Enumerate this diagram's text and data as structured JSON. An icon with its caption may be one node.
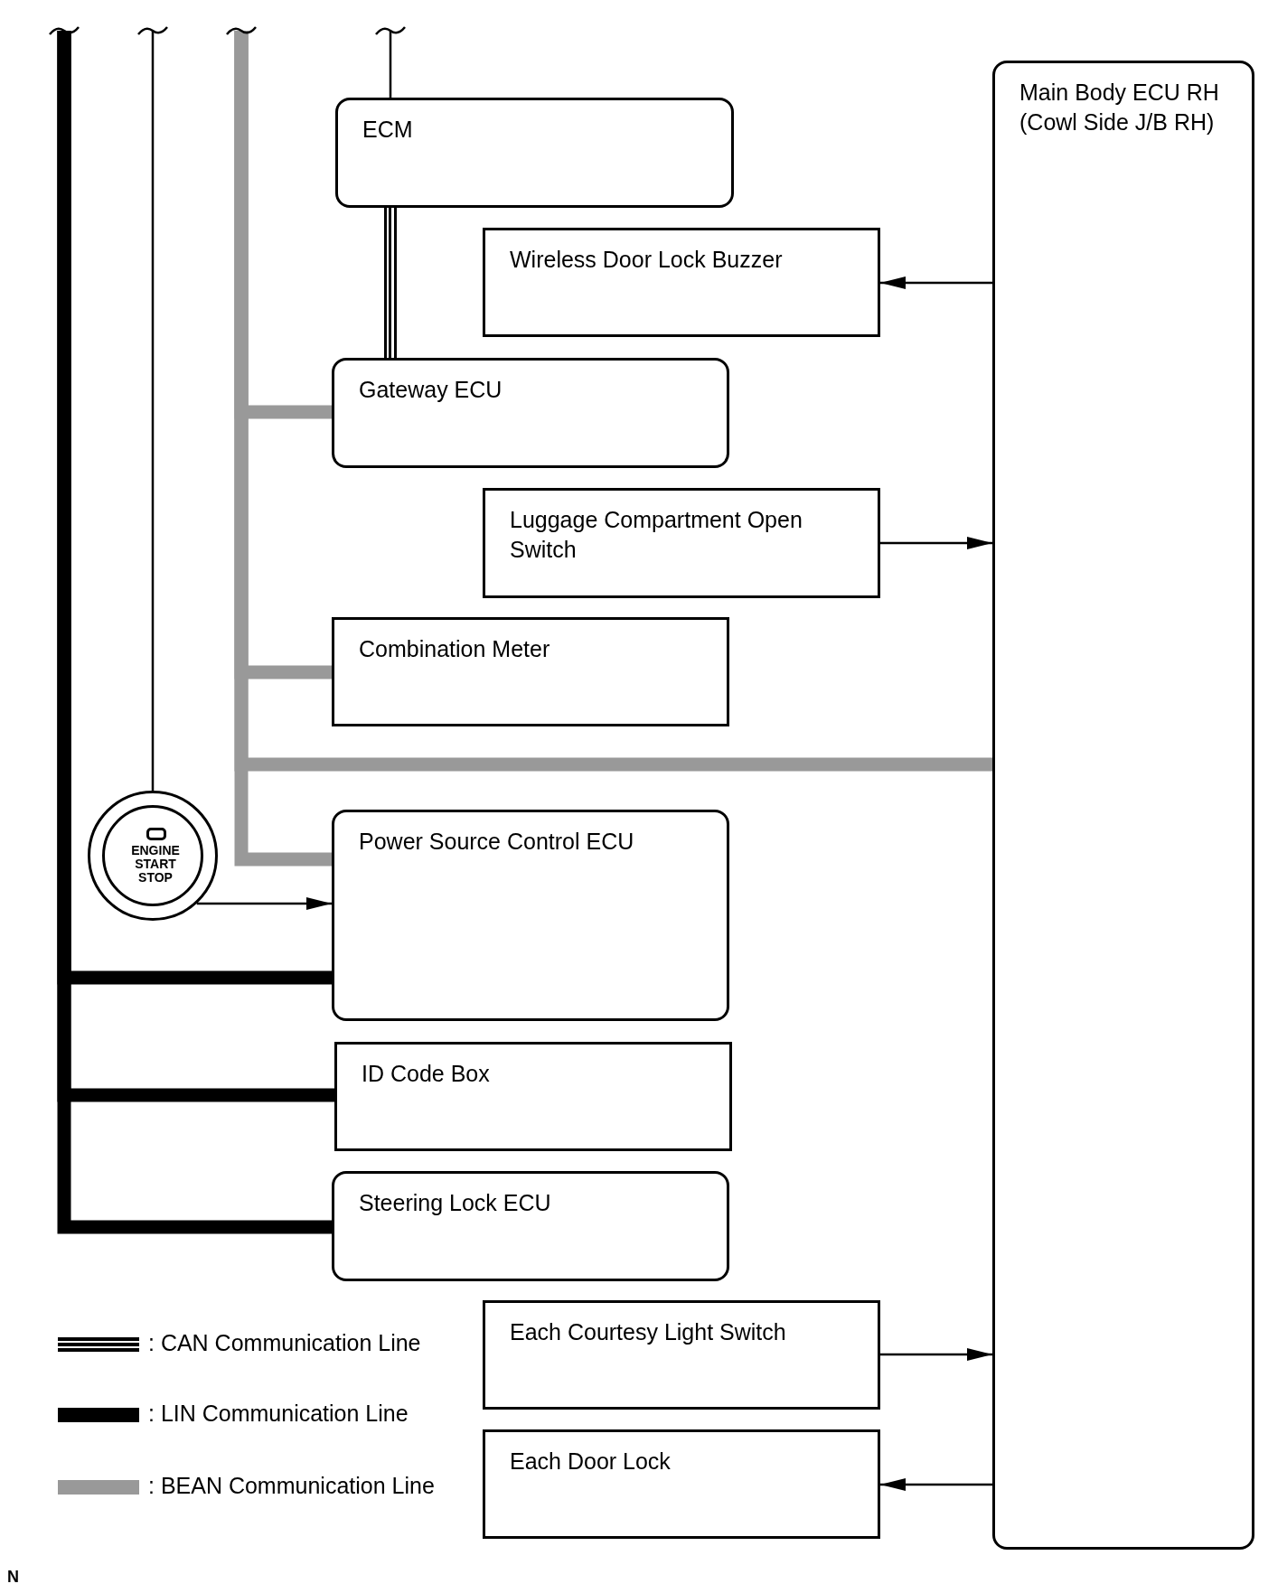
{
  "diagram": {
    "nodes": [
      {
        "text": [
          "ECM"
        ]
      },
      {
        "text": [
          "Main Body ECU RH (Cowl Side J/B RH)"
        ]
      },
      {
        "text": [
          "Wireless Door Lock Buzzer"
        ]
      },
      {
        "text": [
          "Gateway ECU"
        ]
      },
      {
        "text": [
          "Luggage Compartment Open Switch"
        ]
      },
      {
        "text": [
          "Combination Meter"
        ]
      },
      {
        "text": [
          "ENGINE START STOP"
        ]
      },
      {
        "text": [
          "Power Source Control ECU"
        ]
      },
      {
        "text": [
          "ID Code Box"
        ]
      },
      {
        "text": [
          "Steering Lock ECU"
        ]
      },
      {
        "text": [
          "Each Courtesy Light Switch"
        ]
      },
      {
        "text": [
          "Each Door Lock"
        ]
      }
    ],
    "edges": [
      {
        "from": null,
        "to": 0,
        "arrow": "none"
      },
      {
        "from": null,
        "to": 6,
        "arrow": "none"
      },
      {
        "from": 0,
        "to": 3,
        "arrow": "none",
        "style": "thick"
      },
      {
        "from": 1,
        "to": 2,
        "arrow": "to"
      },
      {
        "from": null,
        "to": 3,
        "arrow": "none",
        "style": "thick",
        "color": "#999999"
      },
      {
        "from": 4,
        "to": 1,
        "arrow": "to"
      },
      {
        "from": null,
        "to": 5,
        "arrow": "none",
        "style": "thick",
        "color": "#999999"
      },
      {
        "from": null,
        "to": 1,
        "arrow": "none",
        "style": "thick",
        "color": "#999999"
      },
      {
        "from": null,
        "to": 7,
        "arrow": "none",
        "style": "thick",
        "color": "#999999"
      },
      {
        "from": 6,
        "to": 7,
        "arrow": "to"
      },
      {
        "from": null,
        "to": 7,
        "arrow": "none",
        "style": "thick",
        "color": "#000000"
      },
      {
        "from": null,
        "to": 8,
        "arrow": "none",
        "style": "thick",
        "color": "#000000"
      },
      {
        "from": null,
        "to": 9,
        "arrow": "none",
        "style": "thick",
        "color": "#000000"
      },
      {
        "from": 10,
        "to": 1,
        "arrow": "to"
      },
      {
        "from": 1,
        "to": 11,
        "arrow": "to"
      }
    ],
    "labels": [
      "N"
    ],
    "legend": [
      {
        "text": ": CAN Communication Line"
      },
      {
        "text": ": LIN Communication Line",
        "color": "#000000"
      },
      {
        "text": ": BEAN Communication Line",
        "color": "#999999"
      }
    ]
  }
}
